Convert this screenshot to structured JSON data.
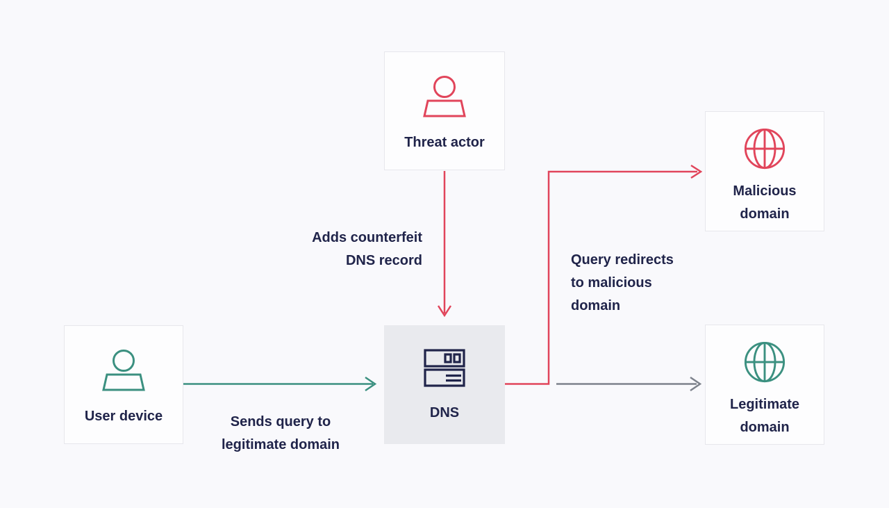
{
  "colors": {
    "background": "#f9f9fc",
    "node-fill": "#fdfdfe",
    "node-border": "#e7e7ec",
    "dns-fill": "#e9eaee",
    "text": "#20244a",
    "red": "#e1455b",
    "teal": "#3b9080",
    "gray": "#7d828c"
  },
  "nodes": {
    "threat_actor": {
      "label": "Threat actor",
      "icon": "person-icon",
      "icon_color": "red"
    },
    "user_device": {
      "label": "User device",
      "icon": "person-icon",
      "icon_color": "teal"
    },
    "dns": {
      "label": "DNS",
      "icon": "server-icon",
      "icon_color": "navy"
    },
    "malicious_domain": {
      "lines": [
        "Malicious",
        "domain"
      ],
      "icon": "globe-icon",
      "icon_color": "red"
    },
    "legitimate_domain": {
      "lines": [
        "Legitimate",
        "domain"
      ],
      "icon": "globe-icon",
      "icon_color": "teal"
    }
  },
  "edge_labels": {
    "adds_counterfeit": {
      "lines": [
        "Adds counterfeit",
        "DNS record"
      ]
    },
    "sends_query": {
      "lines": [
        "Sends query to",
        "legitimate domain"
      ]
    },
    "query_redirects": {
      "lines": [
        "Query redirects",
        "to malicious",
        "domain"
      ]
    }
  }
}
